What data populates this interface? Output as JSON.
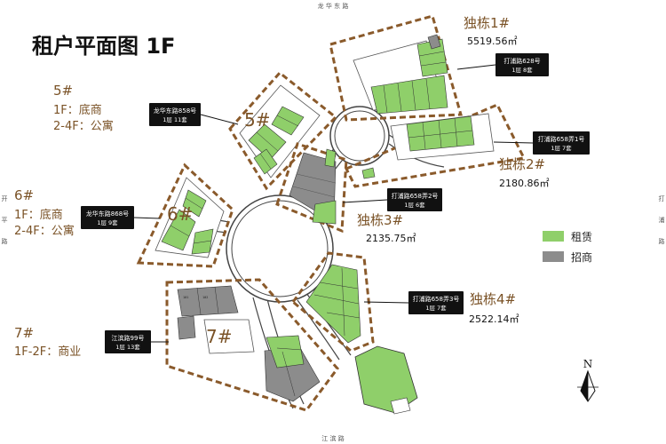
{
  "title": "租户平面图 1F",
  "roads": {
    "top": "龙 华 东 路",
    "bottom": "江 滨 路",
    "left": [
      "开",
      "平",
      "路"
    ],
    "right": [
      "打",
      "浦",
      "路"
    ]
  },
  "buildings": {
    "b5": {
      "name": "5#",
      "lines": [
        "1F：底商",
        "2-4F：公寓"
      ],
      "mark": "5#"
    },
    "b6": {
      "name": "6#",
      "lines": [
        "1F：底商",
        "2-4F：公寓"
      ],
      "mark": "6#"
    },
    "b7": {
      "name": "7#",
      "lines": [
        "1F-2F：商业"
      ],
      "mark": "7#"
    },
    "d1": {
      "name": "独栋1#",
      "area": "5519.56㎡"
    },
    "d2": {
      "name": "独栋2#",
      "area": "2180.86㎡"
    },
    "d3": {
      "name": "独栋3#",
      "area": "2135.75㎡"
    },
    "d4": {
      "name": "独栋4#",
      "area": "2522.14㎡"
    }
  },
  "address_boxes": {
    "a1": {
      "line1": "打浦路628号",
      "line2": "1层  8套"
    },
    "a2": {
      "line1": "打浦路658弄1号",
      "line2": "1层  7套"
    },
    "a3": {
      "line1": "打浦路658弄2号",
      "line2": "1层  6套"
    },
    "a4": {
      "line1": "打浦路658弄3号",
      "line2": "1层  7套"
    },
    "a5": {
      "line1": "龙华东路858号",
      "line2": "1层  11套"
    },
    "a6": {
      "line1": "龙华东路868号",
      "line2": "1层  9套"
    },
    "a7": {
      "line1": "江滨路99号",
      "line2": "1层  13套"
    }
  },
  "legend": {
    "rent": {
      "label": "租赁",
      "color": "#8fcf6a"
    },
    "invest": {
      "label": "招商",
      "color": "#8c8c8c"
    }
  },
  "north": "N",
  "colors": {
    "rent": "#8fcf6a",
    "invest": "#8c8c8c",
    "dash": "#8a5a2b",
    "road": "#444444"
  }
}
